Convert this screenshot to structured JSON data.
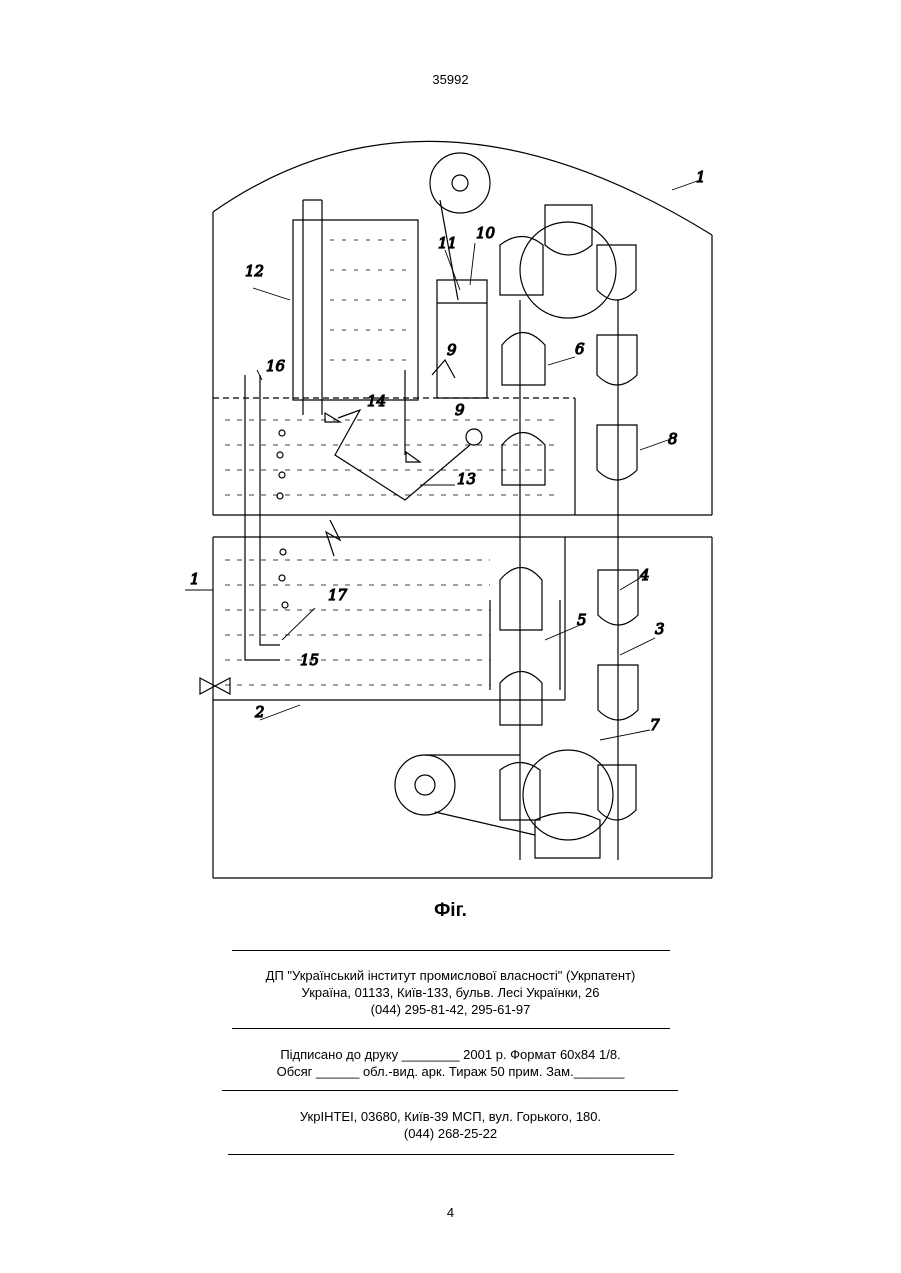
{
  "header": {
    "doc_number": "35992"
  },
  "figure": {
    "caption": "Фіг.",
    "labels": [
      "1",
      "1",
      "2",
      "3",
      "4",
      "5",
      "6",
      "7",
      "8",
      "9",
      "9",
      "10",
      "11",
      "12",
      "13",
      "14",
      "15",
      "16",
      "17"
    ]
  },
  "publisher": {
    "line1": "ДП \"Український інститут промислової власності\" (Укрпатент)",
    "line2": "Україна, 01133, Київ-133, бульв. Лесі Українки, 26",
    "line3": "(044) 295-81-42, 295-61-97"
  },
  "print_info": {
    "line1": "Підписано до друку ________ 2001 р.    Формат 60х84 1/8.",
    "line2": "Обсяг ______ обл.-вид. арк.   Тираж 50 прим.    Зам._______"
  },
  "printer": {
    "line1": "УкрІНТЕІ, 03680, Київ-39 МСП, вул. Горького, 180.",
    "line2": "(044) 268-25-22"
  },
  "footer": {
    "page_number": "4"
  }
}
